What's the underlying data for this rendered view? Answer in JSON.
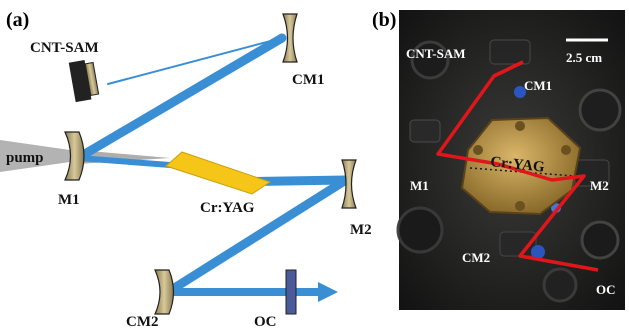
{
  "panel_a": {
    "tag": "(a)",
    "labels": {
      "cnt_sam": "CNT-SAM",
      "cm1": "CM1",
      "pump": "pump",
      "m1": "M1",
      "cr_yag": "Cr:YAG",
      "m2": "M2",
      "cm2": "CM2",
      "oc": "OC"
    },
    "colors": {
      "beam": "#3a8fd4",
      "mirror_fill": "#c9b88a",
      "mirror_edge": "#2a2a2a",
      "crystal": "#f5c518",
      "pump": "#b8b8b8",
      "oc_fill": "#4a5a9a"
    }
  },
  "panel_b": {
    "tag": "(b)",
    "scale_bar": "2.5 cm",
    "labels": {
      "cnt_sam": "CNT-SAM",
      "cm1": "CM1",
      "cr_yag": "Cr:YAG",
      "m1": "M1",
      "m2": "M2",
      "cm2": "CM2",
      "oc": "OC"
    },
    "colors": {
      "beam": "#e0161b",
      "mount": "#b08a3e"
    }
  }
}
